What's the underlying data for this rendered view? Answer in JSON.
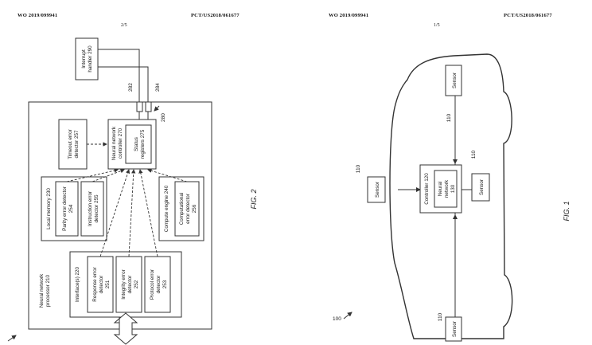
{
  "left_page": {
    "pub_number": "WO 2019/099941",
    "app_number": "PCT/US2018/061677",
    "sheet": "2/5",
    "fig_label": "FIG. 2",
    "blocks": {
      "interrupt": [
        "Interrupt",
        "handler 290"
      ],
      "nn_controller": [
        "Neural network",
        "controller 270"
      ],
      "status_registers": [
        "Status",
        "registers 275"
      ],
      "timeout": [
        "Timeout error",
        "detector 257"
      ],
      "local_memory": "Local memory 230",
      "parity": [
        "Parity error detector",
        "254"
      ],
      "instruction": [
        "Instruction error",
        "detector 255"
      ],
      "compute_engine": "Compute engine 240",
      "computational": [
        "Computational",
        "error detector",
        "256"
      ],
      "interfaces": "Interface(s) 220",
      "response": [
        "Response error",
        "detector",
        "251"
      ],
      "integrity": [
        "Integrity error",
        "detector",
        "252"
      ],
      "protocol": [
        "Protocol error",
        "detector",
        "253"
      ],
      "processor": [
        "Neural network",
        "processor 210"
      ]
    },
    "refs": {
      "r282": "282",
      "r284": "284",
      "r280": "280"
    }
  },
  "right_page": {
    "pub_number": "WO 2019/099941",
    "app_number": "PCT/US2018/061677",
    "sheet": "1/5",
    "fig_label": "FIG. 1",
    "sensor_label": "Sensor",
    "sensor_ref": "110",
    "controller": "Controller 120",
    "neural_network": [
      "Neural",
      "network",
      "130"
    ],
    "vehicle_ref": "100"
  }
}
